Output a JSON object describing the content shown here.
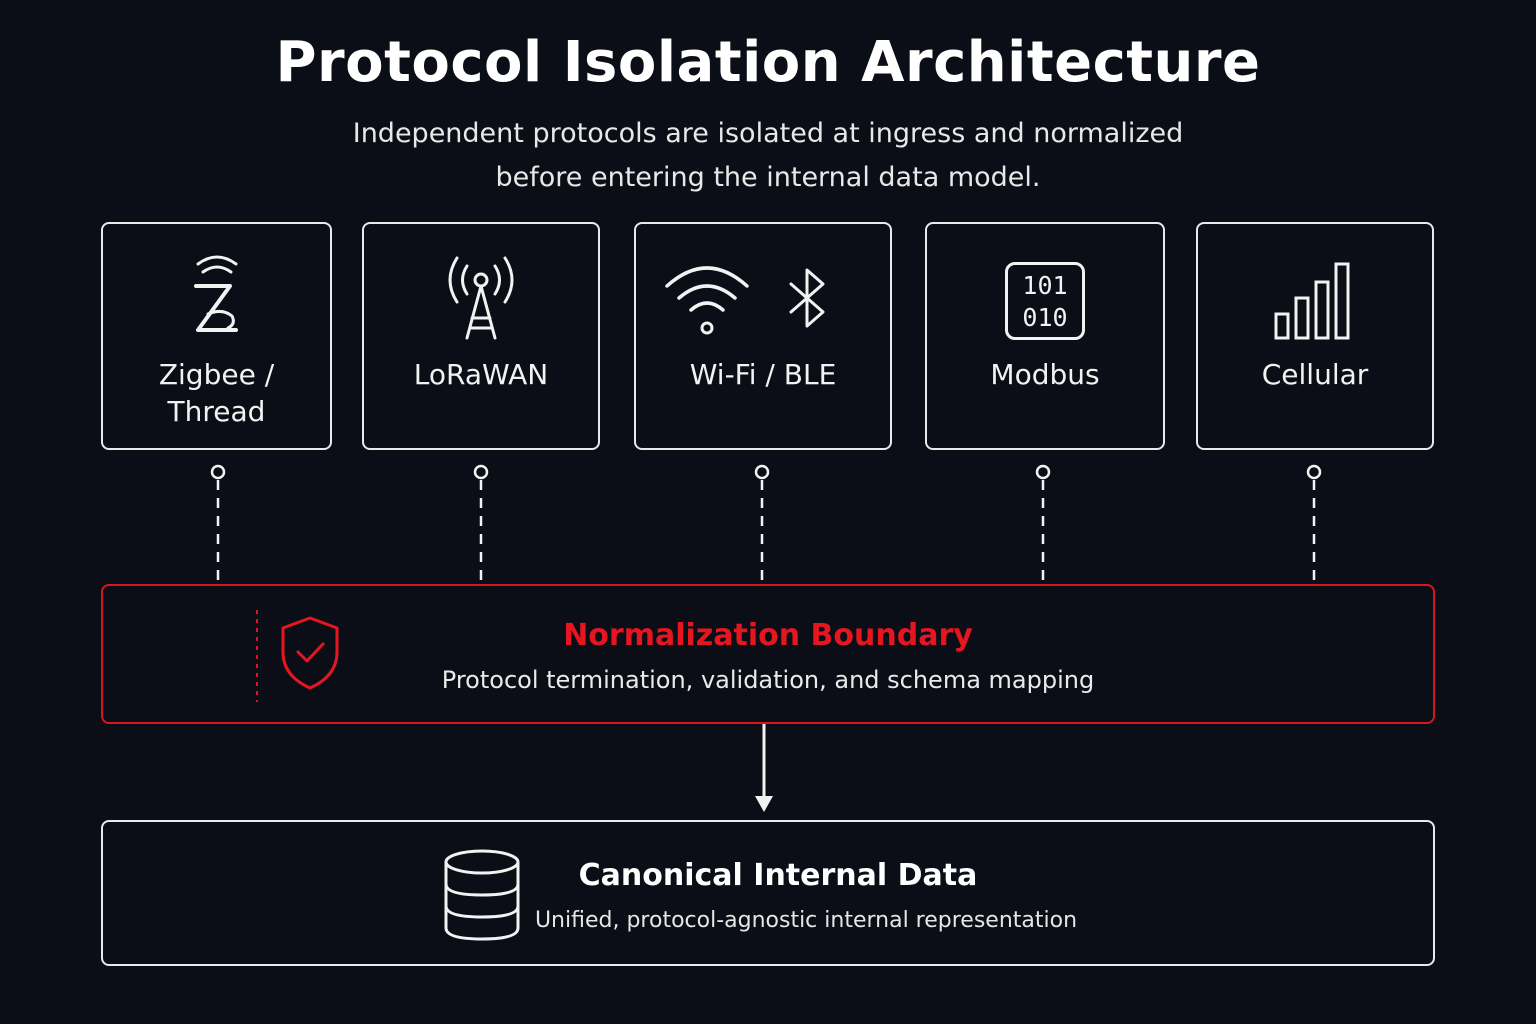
{
  "title": "Protocol Isolation Architecture",
  "subtitle": {
    "line1": "Independent protocols are isolated at ingress and normalized",
    "line2": "before entering the internal data model."
  },
  "protocols": [
    {
      "label": "Zigbee /\nThread",
      "icon": "zigbee-thread-icon"
    },
    {
      "label": "LoRaWAN",
      "icon": "antenna-tower-icon"
    },
    {
      "label": "Wi-Fi / BLE",
      "icon": "wifi-bluetooth-icon"
    },
    {
      "label": "Modbus",
      "icon": "binary-register-icon"
    },
    {
      "label": "Cellular",
      "icon": "signal-bars-icon"
    }
  ],
  "modbus_icon_text": {
    "line1": "101",
    "line2": "010"
  },
  "boundary": {
    "title": "Normalization Boundary",
    "subtitle": "Protocol termination, validation, and schema mapping",
    "icon": "shield-check-icon"
  },
  "canonical": {
    "title": "Canonical Internal Data",
    "subtitle": "Unified, protocol-agnostic internal representation",
    "icon": "database-icon"
  },
  "colors": {
    "background": "#0b0e17",
    "accent": "#e5161f",
    "stroke": "#e9e9e9"
  }
}
